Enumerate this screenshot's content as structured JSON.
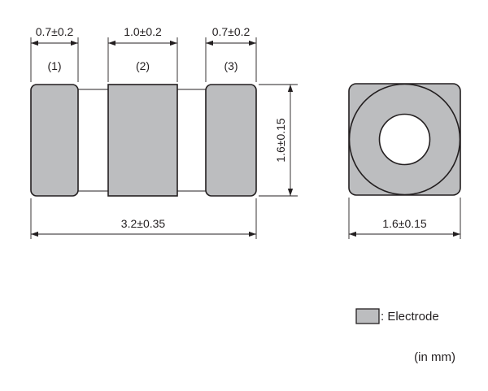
{
  "front_view": {
    "electrode_1_width": "0.7±0.2",
    "electrode_2_width": "1.0±0.2",
    "electrode_3_width": "0.7±0.2",
    "electrode_1_label": "(1)",
    "electrode_2_label": "(2)",
    "electrode_3_label": "(3)",
    "height": "1.6±0.15",
    "length": "3.2±0.35"
  },
  "end_view": {
    "width": "1.6±0.15"
  },
  "legend": {
    "electrode_label": ": Electrode",
    "electrode_color": "#bcbdbf"
  },
  "unit_note": "(in mm)",
  "colors": {
    "electrode": "#bcbdbf",
    "line": "#231f20",
    "background": "#ffffff"
  }
}
